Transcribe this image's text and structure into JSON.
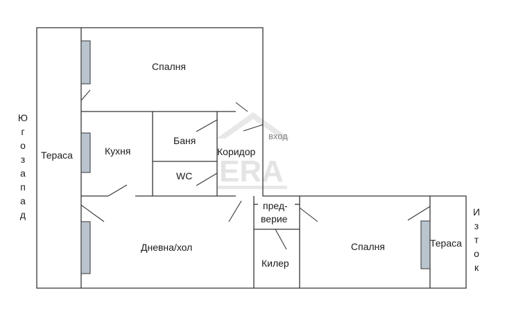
{
  "rooms": {
    "bedroom_top": "Спалня",
    "terrace_left": "Тераса",
    "kitchen": "Кухня",
    "bathroom": "Баня",
    "wc": "WC",
    "corridor": "Коридор",
    "entrance": "вход",
    "hall_top": "пред-",
    "hall_bottom": "верие",
    "living": "Дневна/хол",
    "pantry": "Килер",
    "bedroom_right": "Спалня",
    "terrace_right": "Тераса"
  },
  "orientation": {
    "left": [
      "Ю",
      "г",
      "о",
      "з",
      "а",
      "п",
      "а",
      "д"
    ],
    "right": [
      "И",
      "з",
      "т",
      "о",
      "к"
    ]
  },
  "watermark": {
    "text": "ERA"
  },
  "colors": {
    "wall": "#333333",
    "window": "#b9c4cf",
    "watermark": "#e4e4e4"
  }
}
